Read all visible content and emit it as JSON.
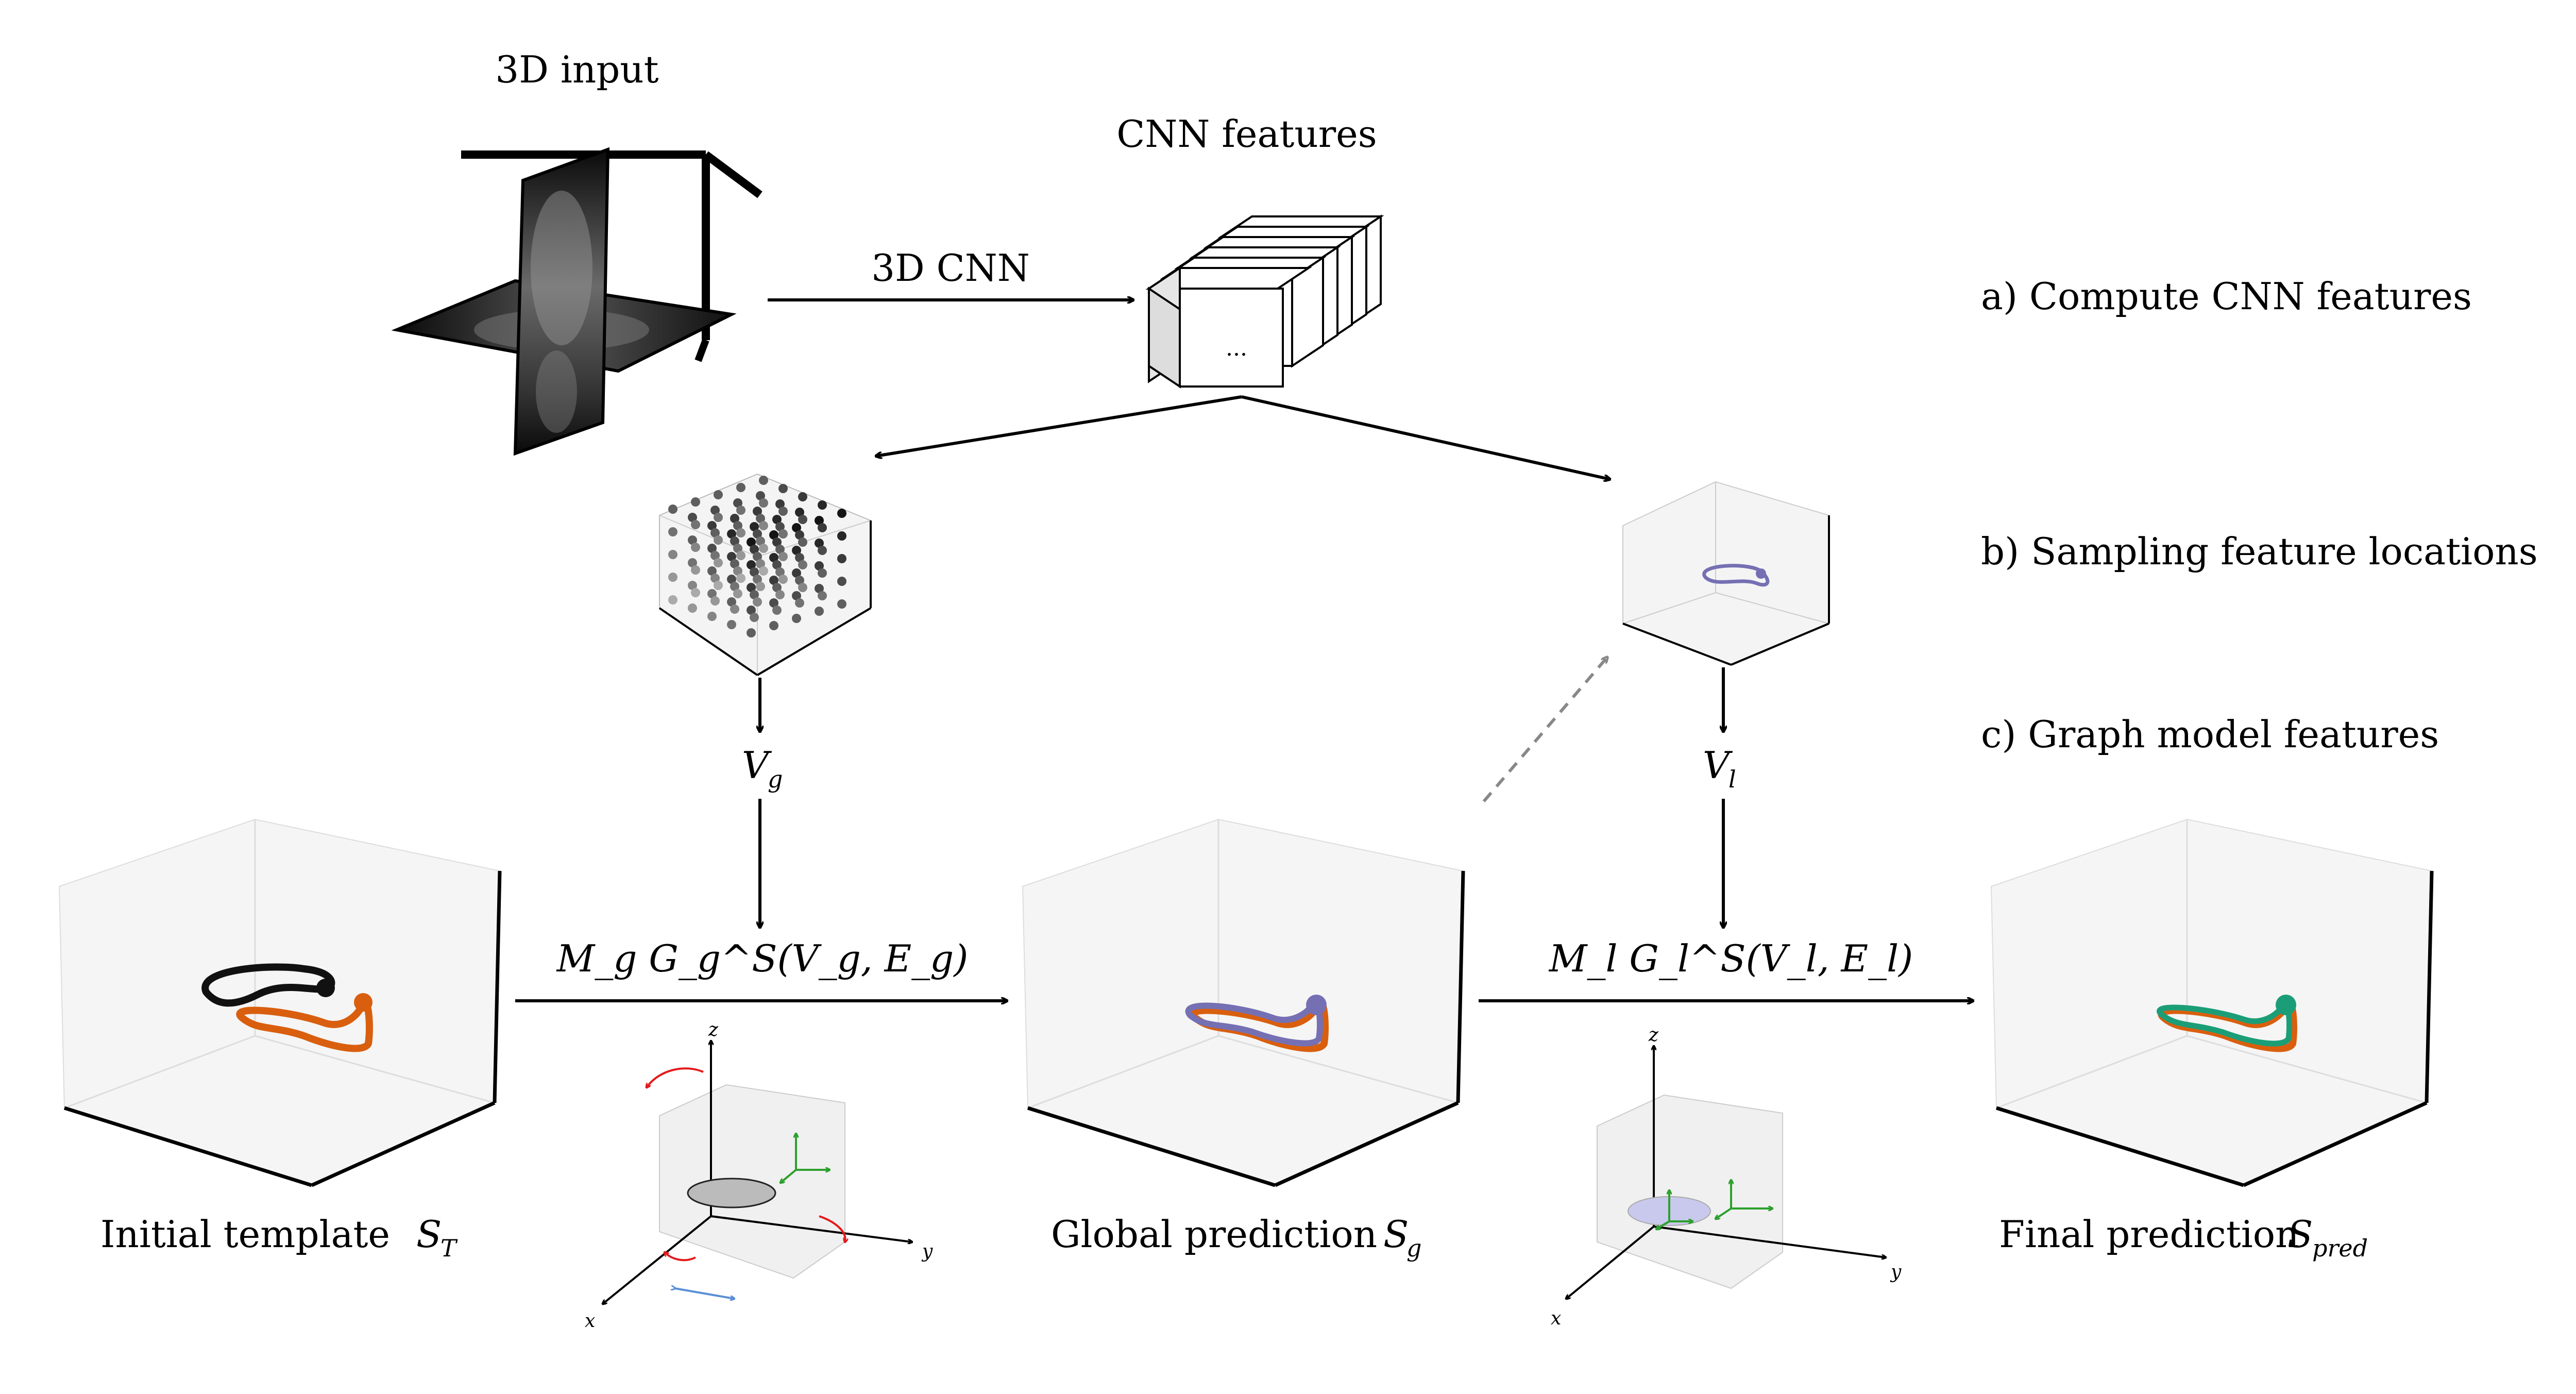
{
  "labels": {
    "input_3d": "3D input",
    "cnn_features": "CNN features",
    "cnn_arrow": "3D CNN",
    "ellipsis": "...",
    "step_a": "a) Compute CNN features",
    "step_b": "b) Sampling feature locations",
    "step_c": "c) Graph model features",
    "vg": "V",
    "vg_sub": "g",
    "vl": "V",
    "vl_sub": "l",
    "global_op": "M_g G_g^S(V_g, E_g)",
    "local_op": "M_l G_l^S(V_l, E_l)",
    "initial_template": "Initial template ",
    "initial_symbol": "S",
    "initial_sub": "T",
    "global_prediction": "Global prediction ",
    "global_symbol": "S",
    "global_sub": "g",
    "final_prediction": "Final prediction ",
    "final_symbol": "S",
    "final_sub": "pred",
    "axis_x": "x",
    "axis_y": "y",
    "axis_z": "z"
  },
  "colors": {
    "template_black": "#111111",
    "ground_truth_orange": "#d95f0e",
    "global_purple": "#7570b3",
    "final_green": "#1b9e77",
    "rotation_red": "#e41a1c",
    "translation_green": "#2ca02c",
    "scale_blue": "#5b8fd6",
    "dashed_gray": "#888888",
    "panel_face": "#f2f2f2"
  },
  "icons": [
    "volume-slices-icon",
    "feature-stack-icon",
    "point-grid-cube-icon",
    "local-sample-cube-icon",
    "rotation-arrow-icon",
    "translation-arrow-icon",
    "scale-arrow-icon"
  ]
}
